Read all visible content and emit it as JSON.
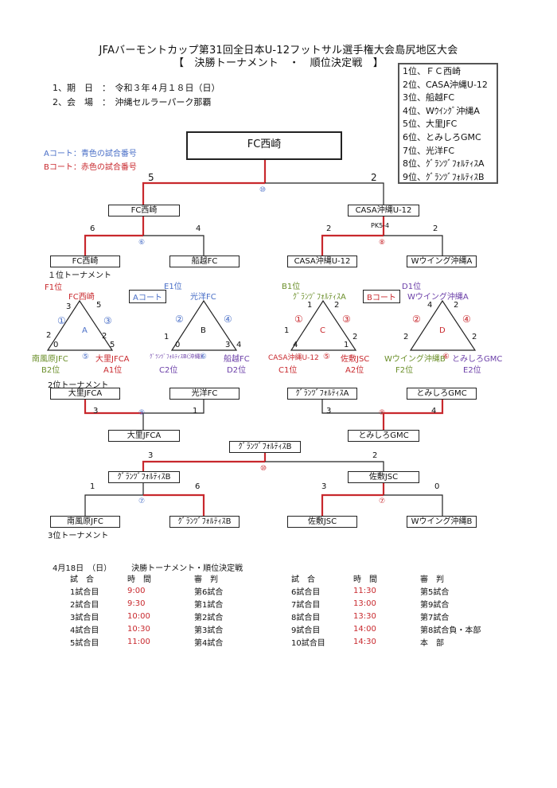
{
  "header": {
    "title": "JFAバーモントカップ第31回全日本U-12フットサル選手権大会島尻地区大会",
    "subtitle": "【　決勝トーナメント　・　順位決定戦　】",
    "date_label": "1、期　日　：　令和３年４月１８日（日）",
    "venue_label": "2、会　場　：　沖縄セルラーパーク那覇"
  },
  "legend": {
    "a_court": "Aコート：青色の試合番号",
    "b_court": "Bコート：赤色の試合番号"
  },
  "ranking": [
    "1位、ＦＣ西崎",
    "2位、CASA沖縄U-12",
    "3位、船越FC",
    "4位、Wｳｲﾝｸﾞ沖縄A",
    "5位、大里JFC",
    "6位、とみしろGMC",
    "7位、光洋FC",
    "8位、ｸﾞﾗﾝﾂﾞﾌｫﾙﾃｨｽA",
    "9位、ｸﾞﾗﾝﾂﾞﾌｫﾙﾃｨｽB"
  ],
  "final": {
    "champion": "FC西崎",
    "score_left": "5",
    "score_right": "2",
    "match_no": "⑩",
    "left": "FC西崎",
    "right": "CASA沖縄U-12"
  },
  "semis": {
    "left_score_l": "6",
    "left_score_r": "4",
    "left_match": "⑥",
    "right_score_l": "2",
    "right_score_r": "2",
    "right_match": "⑧",
    "right_pk": "PK5-4",
    "teams": [
      "FC西崎",
      "船越FC",
      "CASA沖縄U-12",
      "Wウイング沖縄A"
    ]
  },
  "first_tournament_label": "１位トーナメント",
  "groups": [
    {
      "court": "",
      "rank_label": "F1位",
      "top": "FC西崎",
      "letter": "A",
      "s_tl": "3",
      "s_tr": "5",
      "s_ll": "2",
      "s_lb": "0",
      "s_rb": "2",
      "s_rr": "5",
      "m_left": "①",
      "m_right": "③",
      "m_bottom": "⑤",
      "bl": "南風原JFC",
      "br": "大里JFCA",
      "bl_rank": "B2位",
      "br_rank": "A1位"
    },
    {
      "court": "Aコート",
      "rank_label": "E1位",
      "top": "光洋FC",
      "letter": "B",
      "s_tl": "",
      "s_tr": "",
      "s_ll": "1",
      "s_lb": "0",
      "s_rb": "3",
      "s_rr": "4",
      "m_left": "②",
      "m_right": "④",
      "m_bottom": "⑥",
      "bl": "ｸﾞﾗﾝﾂﾞﾌｫﾙﾃｨｽB(沖縄)",
      "br": "船越FC",
      "bl_rank": "C2位",
      "br_rank": "D2位"
    },
    {
      "court": "",
      "rank_label": "B1位",
      "top": "ｸﾞﾗﾝﾂﾞﾌｫﾙﾃｨｽA",
      "letter": "C",
      "s_tl": "1",
      "s_tr": "2",
      "s_ll": "1",
      "s_lb": "4",
      "s_rb": "1",
      "s_rr": "2",
      "m_left": "①",
      "m_right": "③",
      "m_bottom": "⑤",
      "bl": "CASA沖縄U-12",
      "br": "佐敷JSC",
      "bl_rank": "C1位",
      "br_rank": "A2位"
    },
    {
      "court": "Bコート",
      "rank_label": "D1位",
      "top": "Wウイング沖縄A",
      "letter": "D",
      "s_tl": "4",
      "s_tr": "2",
      "s_ll": "2",
      "s_lb": "",
      "s_rb": "",
      "s_rr": "2",
      "m_left": "②",
      "m_right": "④",
      "m_bottom": "⑥",
      "bl": "Wウイング沖縄B",
      "br": "とみしろGMC",
      "bl_rank": "F2位",
      "br_rank": "E2位"
    }
  ],
  "second_tournament": {
    "label": "2位トーナメント",
    "teams": [
      "大里JFCA",
      "光洋FC",
      "ｸﾞﾗﾝﾂﾞﾌｫﾙﾃｨｽA",
      "とみしろGMC"
    ],
    "left_s1": "3",
    "left_s2": "1",
    "left_match": "⑨",
    "left_winner": "大里JFCA",
    "right_s1": "3",
    "right_s2": "4",
    "right_match": "⑨",
    "right_winner": "とみしろGMC"
  },
  "third_tournament": {
    "label": "3位トーナメント",
    "top": "ｸﾞﾗﾝﾂﾞﾌｫﾙﾃｨｽB",
    "top_s_left": "3",
    "top_s_right": "2",
    "top_match": "⑩",
    "left_mid": "ｸﾞﾗﾝﾂﾞﾌｫﾙﾃｨｽB",
    "right_mid": "佐敷JSC",
    "left_s1": "1",
    "left_s2": "6",
    "left_match": "⑦",
    "right_s1": "3",
    "right_s2": "0",
    "right_match": "⑦",
    "bottom": [
      "南風原JFC",
      "ｸﾞﾗﾝﾂﾞﾌｫﾙﾃｨｽB",
      "佐敷JSC",
      "Wウイング沖縄B"
    ]
  },
  "schedule": {
    "heading": "4月18日　（日）　　　決勝トーナメント・順位決定戦",
    "cols": [
      "試　合",
      "時　間",
      "審　判",
      "試　合",
      "時　間",
      "審　判"
    ],
    "rows": [
      [
        "1試合目",
        "9:00",
        "第6試合",
        "6試合目",
        "11:30",
        "第5試合"
      ],
      [
        "2試合目",
        "9:30",
        "第1試合",
        "7試合目",
        "13:00",
        "第9試合"
      ],
      [
        "3試合目",
        "10:00",
        "第2試合",
        "8試合目",
        "13:30",
        "第7試合"
      ],
      [
        "4試合目",
        "10:30",
        "第3試合",
        "9試合目",
        "14:00",
        "第8試合負・本部"
      ],
      [
        "5試合目",
        "11:00",
        "第4試合",
        "10試合目",
        "14:30",
        "本　部"
      ]
    ]
  },
  "colors": {
    "red": "#c8282d",
    "blue": "#4a6fc7",
    "purple": "#6b3fa8",
    "green": "#6b8f2a"
  }
}
